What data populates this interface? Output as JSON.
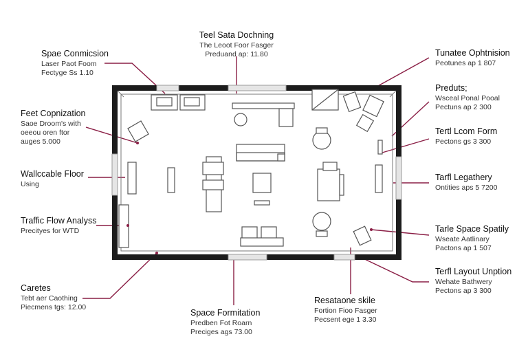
{
  "colors": {
    "wall": "#1c1c1c",
    "leader": "#8a1e45",
    "furniture": "#555555",
    "window": "#9a9a9a"
  },
  "labels": {
    "top_center": {
      "title": "Teel Sata Dochning",
      "lines": [
        "The Leoot Foor Fasger",
        "Preduand ap: 11.80"
      ]
    },
    "left_1": {
      "title": "Spae Conmicsion",
      "lines": [
        "Laser Paot Foom",
        "Fectyge Ss 1.10"
      ]
    },
    "left_2": {
      "title": "Feet Copnization",
      "lines": [
        "Saoe Droom's with",
        "oeeou oren ftor",
        "auges 5.000"
      ]
    },
    "left_3": {
      "title": "Wallccable Floor",
      "lines": [
        "Using"
      ]
    },
    "left_4": {
      "title": "Traffic Flow Analyss",
      "lines": [
        "Precityes for WTD"
      ]
    },
    "left_5": {
      "title": "Caretes",
      "lines": [
        "Tebt aer Caothing",
        "Piecmens tgs: 12.00"
      ]
    },
    "right_1": {
      "title": "Tunatee Ophtnision",
      "lines": [
        "Peotunes ap 1 807"
      ]
    },
    "right_2": {
      "title": "Preduts;",
      "lines": [
        "Wsceal Ponal Pooal",
        "Pectuns ap 2 300"
      ]
    },
    "right_3": {
      "title": "Tertl Lcom Form",
      "lines": [
        "Pectons gs 3 300"
      ]
    },
    "right_4": {
      "title": "Tarfl Legathery",
      "lines": [
        "Ontities aps 5 7200"
      ]
    },
    "right_5": {
      "title": "Tarle Space Spatily",
      "lines": [
        "Wseate Aatlinary",
        "Pactons ap 1 507"
      ]
    },
    "right_6": {
      "title": "Terfl Layout Unption",
      "lines": [
        "Wehate Bathwery",
        "Pectons ap 3 300"
      ]
    },
    "bottom_center": {
      "title": "Space Formitation",
      "lines": [
        "Predben Fot Roarn",
        "Preciges ags 73.00"
      ]
    },
    "bottom_right": {
      "title": "Resataone skile",
      "lines": [
        "Fortion Fioo Fasger",
        "Pecsent ege 1 3.30"
      ]
    }
  }
}
